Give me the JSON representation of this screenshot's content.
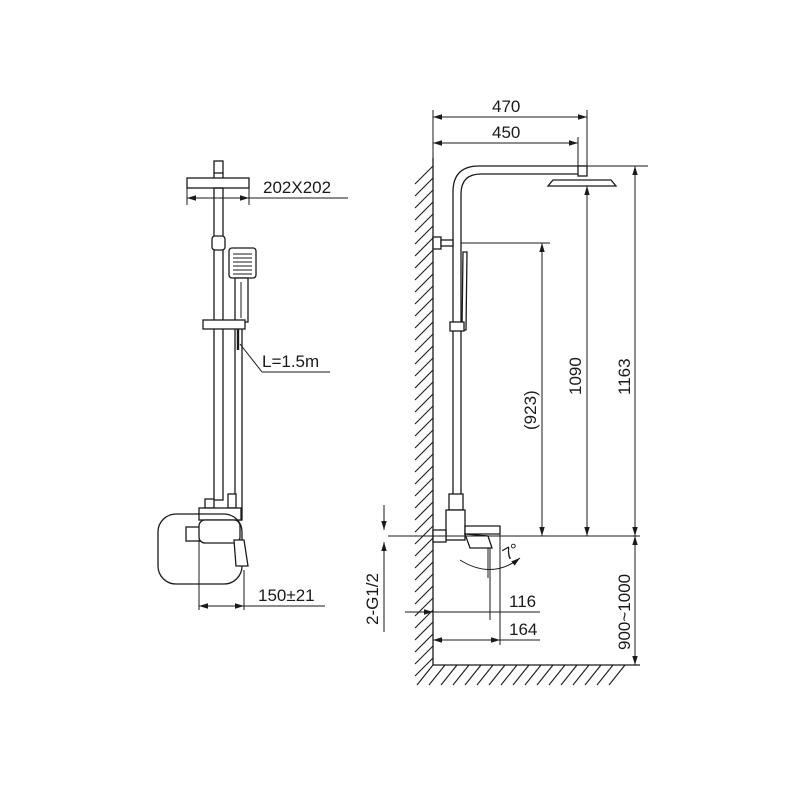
{
  "front_view": {
    "head_size": "202X202",
    "hose_length": "L=1.5m",
    "center_distance": "150±21"
  },
  "side_view": {
    "arm_outer": "470",
    "arm_inner": "450",
    "bar_height": "(923)",
    "bar_to_head": "1090",
    "total_height": "1163",
    "connection": "2-G1/2",
    "mixer_depth_a": "116",
    "mixer_depth_b": "164",
    "install_height": "900~1000",
    "handle_angle": "7°"
  }
}
